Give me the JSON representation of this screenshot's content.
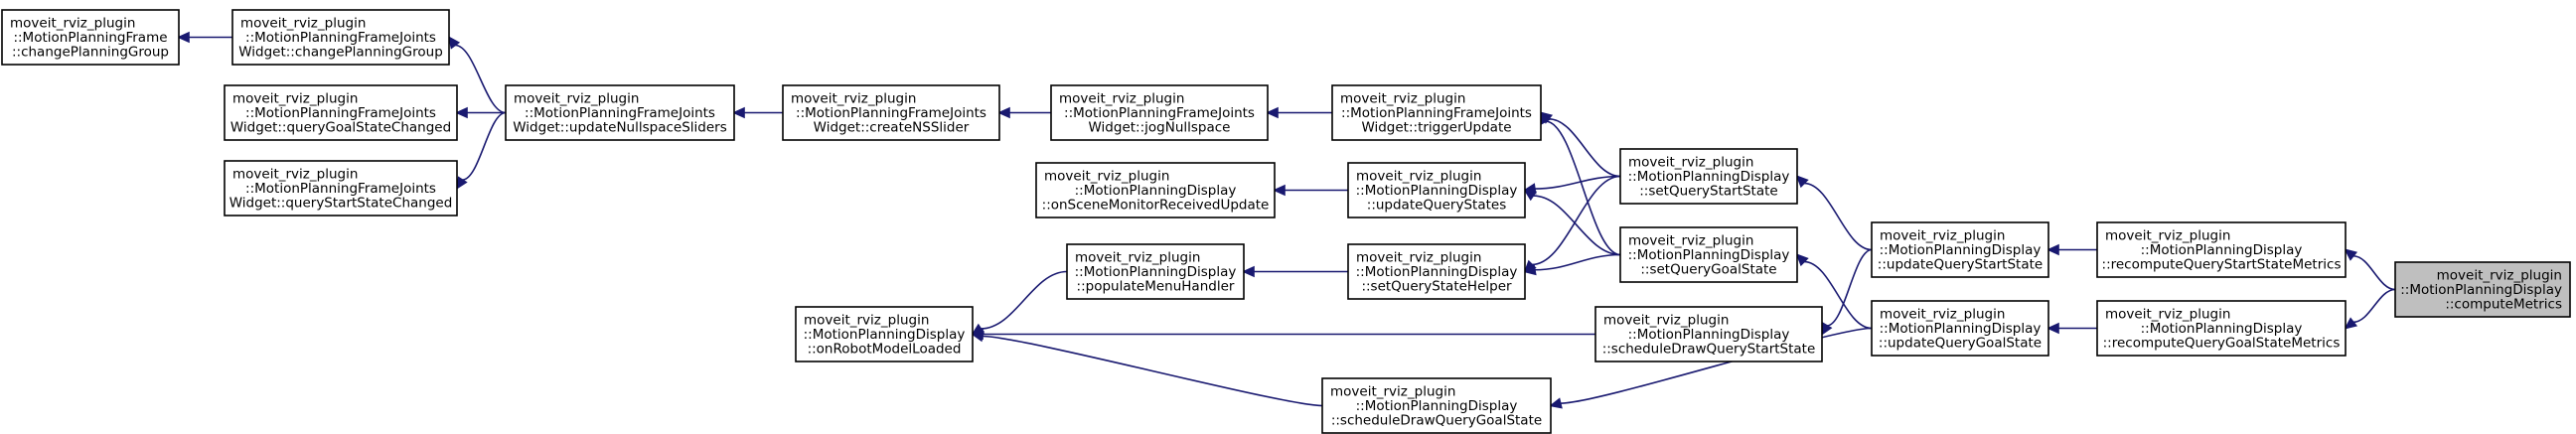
{
  "diagram": {
    "nodes": [
      {
        "id": "changePlanningGroup",
        "lines": [
          "moveit_rviz_plugin",
          "::MotionPlanningFrame",
          "::changePlanningGroup"
        ],
        "align": "left"
      },
      {
        "id": "jointsChangePlanningGroup",
        "lines": [
          "moveit_rviz_plugin",
          "::MotionPlanningFrameJoints",
          "Widget::changePlanningGroup"
        ],
        "align": "left"
      },
      {
        "id": "queryGoalStateChanged",
        "lines": [
          "moveit_rviz_plugin",
          "::MotionPlanningFrameJoints",
          "Widget::queryGoalStateChanged"
        ],
        "align": "left"
      },
      {
        "id": "queryStartStateChanged",
        "lines": [
          "moveit_rviz_plugin",
          "::MotionPlanningFrameJoints",
          "Widget::queryStartStateChanged"
        ],
        "align": "left"
      },
      {
        "id": "updateNullspaceSliders",
        "lines": [
          "moveit_rviz_plugin",
          "::MotionPlanningFrameJoints",
          "Widget::updateNullspaceSliders"
        ],
        "align": "left"
      },
      {
        "id": "createNSSlider",
        "lines": [
          "moveit_rviz_plugin",
          "::MotionPlanningFrameJoints",
          "Widget::createNSSlider"
        ],
        "align": "left"
      },
      {
        "id": "jogNullspace",
        "lines": [
          "moveit_rviz_plugin",
          "::MotionPlanningFrameJoints",
          "Widget::jogNullspace"
        ],
        "align": "left"
      },
      {
        "id": "triggerUpdate",
        "lines": [
          "moveit_rviz_plugin",
          "::MotionPlanningFrameJoints",
          "Widget::triggerUpdate"
        ],
        "align": "left"
      },
      {
        "id": "onSceneMonitorReceivedUpdate",
        "lines": [
          "moveit_rviz_plugin",
          "::MotionPlanningDisplay",
          "::onSceneMonitorReceivedUpdate"
        ],
        "align": "left"
      },
      {
        "id": "updateQueryStates",
        "lines": [
          "moveit_rviz_plugin",
          "::MotionPlanningDisplay",
          "::updateQueryStates"
        ],
        "align": "left"
      },
      {
        "id": "onRobotModelLoaded",
        "lines": [
          "moveit_rviz_plugin",
          "::MotionPlanningDisplay",
          "::onRobotModelLoaded"
        ],
        "align": "left"
      },
      {
        "id": "populateMenuHandler",
        "lines": [
          "moveit_rviz_plugin",
          "::MotionPlanningDisplay",
          "::populateMenuHandler"
        ],
        "align": "left"
      },
      {
        "id": "setQueryStateHelper",
        "lines": [
          "moveit_rviz_plugin",
          "::MotionPlanningDisplay",
          "::setQueryStateHelper"
        ],
        "align": "left"
      },
      {
        "id": "scheduleDrawQueryGoalState",
        "lines": [
          "moveit_rviz_plugin",
          "::MotionPlanningDisplay",
          "::scheduleDrawQueryGoalState"
        ],
        "align": "left"
      },
      {
        "id": "setQueryStartState",
        "lines": [
          "moveit_rviz_plugin",
          "::MotionPlanningDisplay",
          "::setQueryStartState"
        ],
        "align": "left"
      },
      {
        "id": "setQueryGoalState",
        "lines": [
          "moveit_rviz_plugin",
          "::MotionPlanningDisplay",
          "::setQueryGoalState"
        ],
        "align": "left"
      },
      {
        "id": "scheduleDrawQueryStartState",
        "lines": [
          "moveit_rviz_plugin",
          "::MotionPlanningDisplay",
          "::scheduleDrawQueryStartState"
        ],
        "align": "left"
      },
      {
        "id": "updateQueryStartState",
        "lines": [
          "moveit_rviz_plugin",
          "::MotionPlanningDisplay",
          "::updateQueryStartState"
        ],
        "align": "left"
      },
      {
        "id": "updateQueryGoalState",
        "lines": [
          "moveit_rviz_plugin",
          "::MotionPlanningDisplay",
          "::updateQueryGoalState"
        ],
        "align": "left"
      },
      {
        "id": "recomputeQueryStartStateMetrics",
        "lines": [
          "moveit_rviz_plugin",
          "::MotionPlanningDisplay",
          "::recomputeQueryStartStateMetrics"
        ],
        "align": "left"
      },
      {
        "id": "recomputeQueryGoalStateMetrics",
        "lines": [
          "moveit_rviz_plugin",
          "::MotionPlanningDisplay",
          "::recomputeQueryGoalStateMetrics"
        ],
        "align": "left"
      },
      {
        "id": "computeMetrics",
        "lines": [
          "moveit_rviz_plugin",
          "::MotionPlanningDisplay",
          "::computeMetrics"
        ],
        "align": "right",
        "highlight": true
      }
    ],
    "edges": [
      {
        "from": "jointsChangePlanningGroup",
        "to": "changePlanningGroup"
      },
      {
        "from": "updateNullspaceSliders",
        "to": "jointsChangePlanningGroup"
      },
      {
        "from": "updateNullspaceSliders",
        "to": "queryGoalStateChanged"
      },
      {
        "from": "updateNullspaceSliders",
        "to": "queryStartStateChanged"
      },
      {
        "from": "createNSSlider",
        "to": "updateNullspaceSliders"
      },
      {
        "from": "jogNullspace",
        "to": "createNSSlider"
      },
      {
        "from": "triggerUpdate",
        "to": "jogNullspace"
      },
      {
        "from": "updateQueryStates",
        "to": "onSceneMonitorReceivedUpdate"
      },
      {
        "from": "setQueryStateHelper",
        "to": "populateMenuHandler"
      },
      {
        "from": "populateMenuHandler",
        "to": "onRobotModelLoaded"
      },
      {
        "from": "scheduleDrawQueryStartState",
        "to": "onRobotModelLoaded"
      },
      {
        "from": "scheduleDrawQueryGoalState",
        "to": "onRobotModelLoaded"
      },
      {
        "from": "setQueryStartState",
        "to": "triggerUpdate"
      },
      {
        "from": "setQueryStartState",
        "to": "updateQueryStates"
      },
      {
        "from": "setQueryStartState",
        "to": "setQueryStateHelper"
      },
      {
        "from": "setQueryGoalState",
        "to": "triggerUpdate"
      },
      {
        "from": "setQueryGoalState",
        "to": "updateQueryStates"
      },
      {
        "from": "setQueryGoalState",
        "to": "setQueryStateHelper"
      },
      {
        "from": "updateQueryStartState",
        "to": "setQueryStartState"
      },
      {
        "from": "updateQueryStartState",
        "to": "scheduleDrawQueryStartState"
      },
      {
        "from": "updateQueryGoalState",
        "to": "setQueryGoalState"
      },
      {
        "from": "updateQueryGoalState",
        "to": "scheduleDrawQueryGoalState"
      },
      {
        "from": "recomputeQueryStartStateMetrics",
        "to": "updateQueryStartState"
      },
      {
        "from": "recomputeQueryGoalStateMetrics",
        "to": "updateQueryGoalState"
      },
      {
        "from": "computeMetrics",
        "to": "recomputeQueryStartStateMetrics"
      },
      {
        "from": "computeMetrics",
        "to": "recomputeQueryGoalStateMetrics"
      }
    ]
  }
}
